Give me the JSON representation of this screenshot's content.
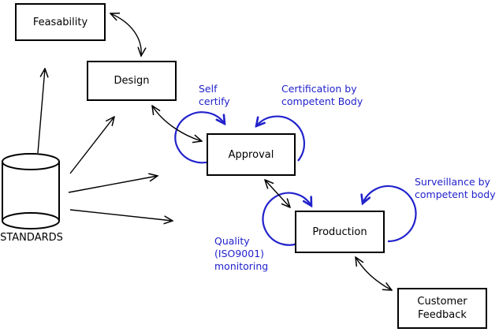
{
  "diagram": {
    "colors": {
      "line": "#000000",
      "annotation": "#2222cc",
      "background": "#ffffff"
    },
    "nodes": {
      "feasability": {
        "label": "Feasability"
      },
      "design": {
        "label": "Design"
      },
      "approval": {
        "label": "Approval"
      },
      "production": {
        "label": "Production"
      },
      "customer_feedback": {
        "label": "Customer\nFeedback"
      }
    },
    "datastore": {
      "label": "STANDARDS"
    },
    "annotations": {
      "self_certify": {
        "text": "Self\ncertify"
      },
      "certification": {
        "text": "Certification by\ncompetent Body"
      },
      "surveillance": {
        "text": "Surveillance by\ncompetent body"
      },
      "quality_monitoring": {
        "text": "Quality\n(ISO9001)\nmonitoring"
      }
    },
    "edges": [
      {
        "from": "feasability",
        "to": "design",
        "type": "bidirectional"
      },
      {
        "from": "design",
        "to": "approval",
        "type": "bidirectional"
      },
      {
        "from": "approval",
        "to": "production",
        "type": "bidirectional"
      },
      {
        "from": "production",
        "to": "customer_feedback",
        "type": "bidirectional"
      },
      {
        "from": "standards",
        "to": "feasability",
        "type": "directed"
      },
      {
        "from": "standards",
        "to": "design",
        "type": "directed"
      },
      {
        "from": "standards",
        "to": "approval",
        "type": "directed"
      },
      {
        "from": "standards",
        "to": "production",
        "type": "directed"
      },
      {
        "on": "approval",
        "label": "Self certify",
        "type": "self-loop"
      },
      {
        "on": "approval",
        "label": "Certification by competent Body",
        "type": "self-loop"
      },
      {
        "on": "production",
        "label": "Quality (ISO9001) monitoring",
        "type": "self-loop"
      },
      {
        "on": "production",
        "label": "Surveillance by competent body",
        "type": "self-loop"
      }
    ]
  }
}
